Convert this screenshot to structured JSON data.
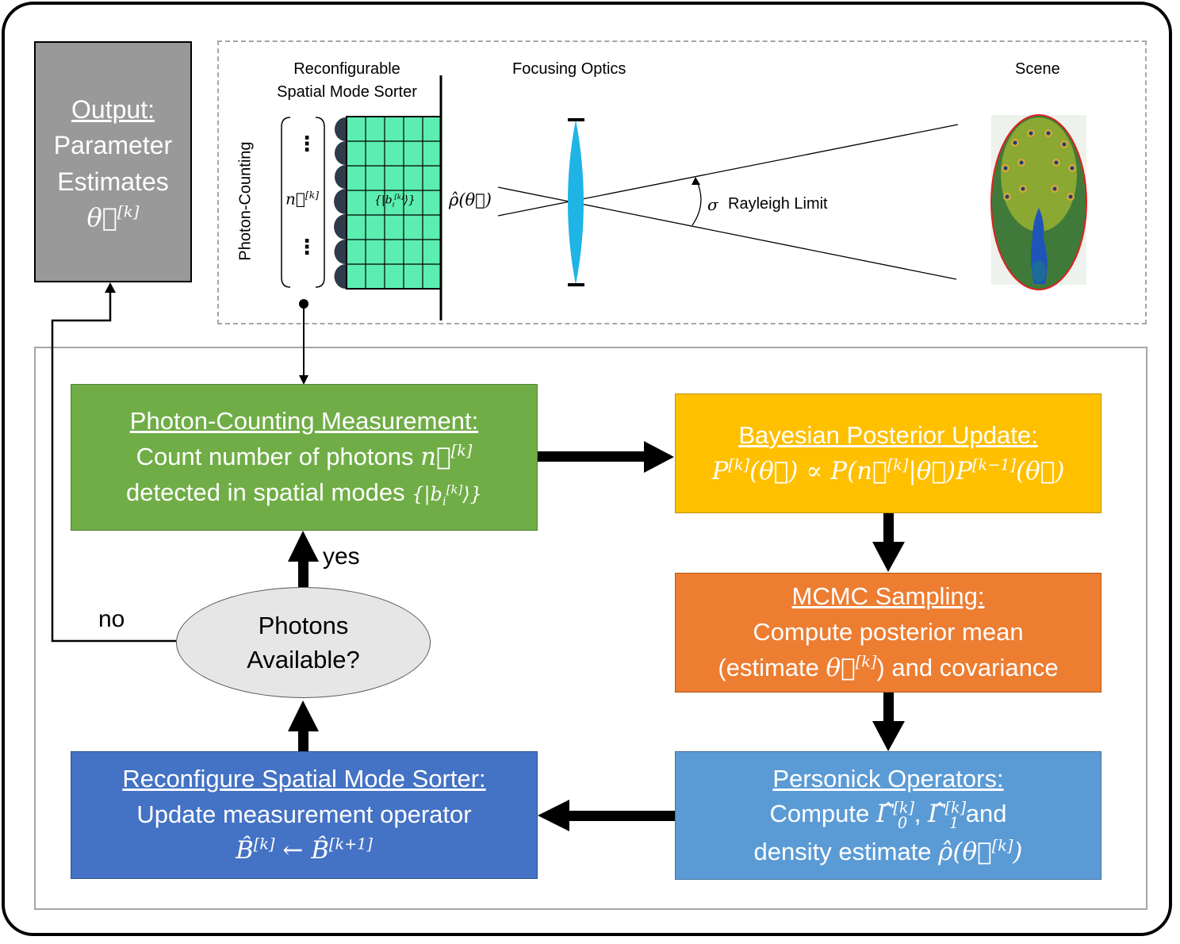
{
  "output": {
    "title": "Output:",
    "line1": "Parameter",
    "line2": "Estimates",
    "symbol": "θ⃗",
    "superscript": "[k]"
  },
  "optics": {
    "sorter_label_1": "Reconfigurable",
    "sorter_label_2": "Spatial Mode Sorter",
    "photon_counting": "Photon-Counting",
    "n_vector": "n⃗",
    "n_sup": "[k]",
    "basis": "{|b",
    "basis_sub": "i",
    "basis_sup": "[k]",
    "basis_end": "⟩}",
    "rho": "ρ̂(θ⃗)",
    "focusing_optics": "Focusing Optics",
    "sigma": "σ",
    "rayleigh": "Rayleigh Limit",
    "scene": "Scene",
    "dots": "⋮"
  },
  "measurement": {
    "title": "Photon-Counting Measurement:",
    "line1": "Count number of photons ",
    "line1_math": "n⃗",
    "line1_sup": "[k]",
    "line2": "detected in spatial modes ",
    "line2_math": "{|b",
    "line2_sub": "i",
    "line2_sup": "[k]",
    "line2_end": "⟩}"
  },
  "bayes": {
    "title": "Bayesian Posterior Update:",
    "eq_a": "P",
    "eq_a_sup": "[k]",
    "eq_b": "(θ⃗) ∝ P(n⃗",
    "eq_b_sup": "[k]",
    "eq_c": "|θ⃗)P",
    "eq_c_sup": "[k−1]",
    "eq_d": "(θ⃗)"
  },
  "mcmc": {
    "title": "MCMC Sampling:",
    "line1": "Compute posterior mean",
    "line2a": "(estimate ",
    "line2_math": "θ⃗",
    "line2_sup": "[k]",
    "line2b": ") and covariance"
  },
  "personick": {
    "title": "Personick Operators:",
    "line1a": "Compute ",
    "g0": "Γ̂",
    "g0_sup": "[k]",
    "g0_sub": "0",
    "comma": " , ",
    "g1": "Γ̂",
    "g1_sup": "[k]",
    "g1_sub": "1",
    "line1b": " and",
    "line2a": "density estimate ",
    "line2_math": "ρ̂(θ⃗",
    "line2_sup": "[k]",
    "line2_end": ")"
  },
  "reconfigure": {
    "title": "Reconfigure Spatial Mode Sorter:",
    "line1": "Update measurement operator",
    "b1": "B̂",
    "b1_sup": "[k]",
    "arrow": " ← ",
    "b2": "B̂",
    "b2_sup": "[k+1]"
  },
  "decision": {
    "line1": "Photons",
    "line2": "Available?",
    "yes": "yes",
    "no": "no"
  },
  "colors": {
    "green": "#70ad47",
    "yellow": "#ffc000",
    "orange": "#ed7d31",
    "light_blue": "#5b9bd5",
    "dark_blue": "#4472c4",
    "output_gray": "#999999",
    "grid_teal": "#5ced b0",
    "lens_cyan": "#1fb4e6"
  }
}
